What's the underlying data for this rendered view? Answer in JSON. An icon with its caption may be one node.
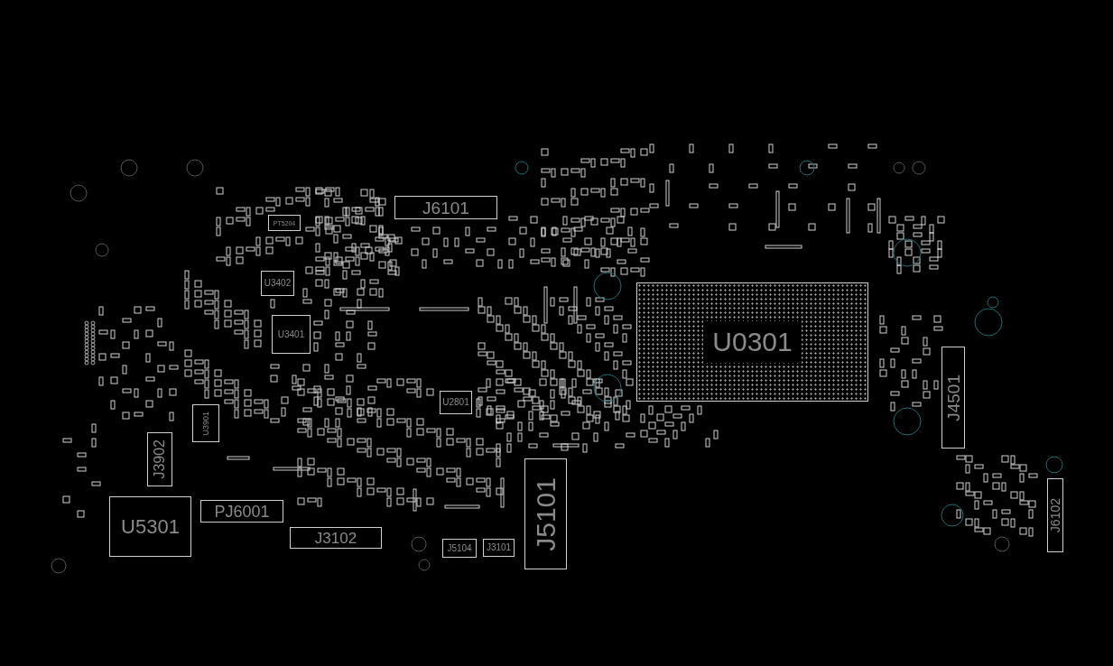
{
  "diagram": {
    "nodes": [
      {
        "text": [
          "J6101"
        ]
      },
      {
        "text": [
          "PT5204"
        ]
      },
      {
        "text": [
          "U3402"
        ]
      },
      {
        "text": [
          "U0301"
        ]
      },
      {
        "text": [
          "U3401"
        ]
      },
      {
        "text": [
          "J4501"
        ]
      },
      {
        "text": [
          "U2801"
        ]
      },
      {
        "text": [
          "U3901"
        ]
      },
      {
        "text": [
          "J3902"
        ]
      },
      {
        "text": [
          "J5101"
        ]
      },
      {
        "text": [
          "J6102"
        ]
      },
      {
        "text": [
          "U5301"
        ]
      },
      {
        "text": [
          "PJ6001"
        ]
      },
      {
        "text": [
          "J3102"
        ]
      },
      {
        "text": [
          "J3101"
        ]
      },
      {
        "text": [
          "J5104"
        ]
      }
    ]
  }
}
